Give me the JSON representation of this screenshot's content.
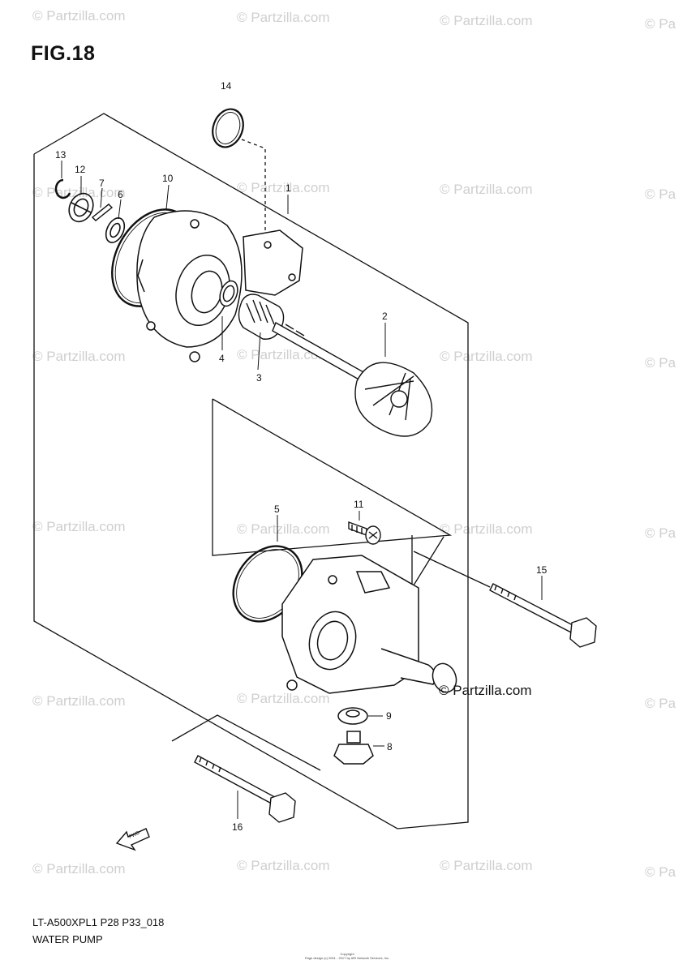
{
  "figure": {
    "title": "FIG.18"
  },
  "callouts": [
    "14",
    "13",
    "12",
    "7",
    "6",
    "10",
    "1",
    "2",
    "4",
    "3",
    "5",
    "11",
    "15",
    "9",
    "8",
    "16"
  ],
  "watermark": {
    "text": "© Partzilla.com",
    "text_short": "© Pa"
  },
  "inline_watermark": "© Partzilla.com",
  "fwd_label": "FWD",
  "footer": {
    "code": "LT-A500XPL1 P28 P33_018",
    "name": "WATER PUMP",
    "copyright_line1": "Copyright",
    "copyright_line2": "Page design (c) 2001 - 2017 by ARI Network Services, Inc."
  },
  "colors": {
    "ink": "#111111",
    "watermark": "#cfcfcf",
    "background": "#ffffff"
  }
}
